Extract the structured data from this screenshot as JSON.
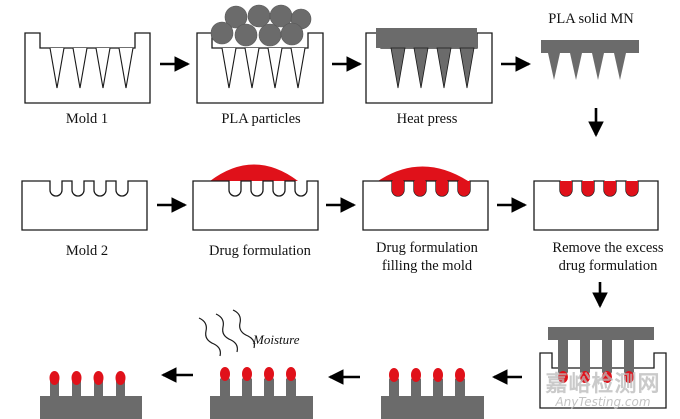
{
  "labels": {
    "mold1": "Mold 1",
    "pla_particles": "PLA particles",
    "heat_press": "Heat press",
    "pla_solid_mn": "PLA solid MN",
    "mold2": "Mold 2",
    "drug_formulation": "Drug formulation",
    "drug_filling_1": "Drug formulation",
    "drug_filling_2": "filling the mold",
    "remove_1": "Remove the excess",
    "remove_2": "drug formulation",
    "moisture": "Moisture"
  },
  "watermark": {
    "cn": "嘉峪检测网",
    "en": "AnyTesting.com"
  },
  "colors": {
    "outline": "#1a1a1a",
    "pla_gray": "#6b6b6b",
    "drug_red": "#e0111a"
  }
}
